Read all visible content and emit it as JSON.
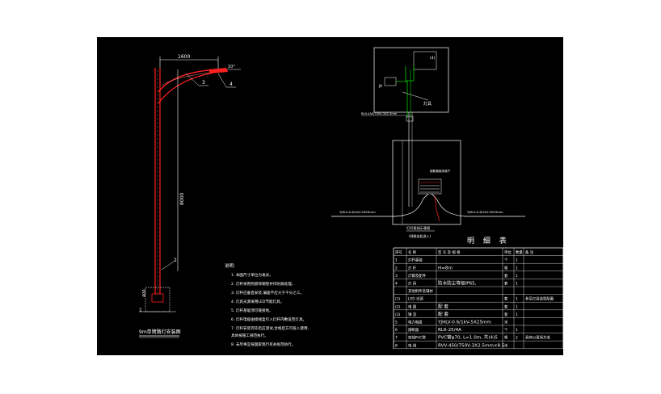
{
  "pole": {
    "dim_top": "1600",
    "angle": "10°",
    "height": "8000",
    "base_height": "400",
    "caption": "9m单臂路灯安装图",
    "callouts": [
      "1",
      "2",
      "3",
      "4"
    ]
  },
  "notes": {
    "heading": "说明:",
    "items": [
      "1. 本图尺寸单位为毫米。",
      "2. 灯杆采用热镀锌钢管并作防腐处理。",
      "3. 灯杆应垂直安装,偏差不应大于千分之三。",
      "4. 灯具光源采用LED节能灯具。",
      "5. 灯杆基础须可靠接地。",
      "6. 灯杆电缆由接线盒引入灯杆内敷设至灯具。",
      "7. 灯杆安装完毕后应测试,合格后方可投入使用,",
      "   具体按施工规范执行。",
      "8. 未尽事宜按国家现行有关规范执行。"
    ]
  },
  "wiring": {
    "lamp_label": "灯具",
    "box_label": "JB",
    "small_label": "(4)",
    "upper_cable": "RVV-450/750V-3X2.5mm",
    "terminal_label": "熔断器接线端子",
    "left_cable": "YJHLV-0.6/1kV-5X25mm",
    "right_cable": "YJHLV-0.6/1kV-5X25mm",
    "caption_1": "灯杆接线示意图",
    "caption_2": "(线缆由此进入)"
  },
  "table": {
    "title": "明 细 表",
    "headers": [
      "序号",
      "名 称",
      "型 号 及 规 格",
      "单位",
      "数量",
      "备 注"
    ],
    "rows": [
      [
        "1",
        "灯杆基础",
        "",
        "个",
        "1",
        ""
      ],
      [
        "2",
        "灯 杆",
        "H=8m",
        "根",
        "1",
        ""
      ],
      [
        "3",
        "灯臂及配件",
        "",
        "套",
        "1",
        ""
      ],
      [
        "4",
        "灯 具",
        "防水防尘等级IP65,",
        "套",
        "1",
        ""
      ],
      [
        "",
        "其他附件及辅材",
        "",
        "",
        "",
        ""
      ],
      [
        "(1)",
        "LED 光源",
        "",
        "套",
        "1",
        "参见灯具选型配置"
      ],
      [
        "(2)",
        "电 器",
        "配 套",
        "套",
        "1",
        ""
      ],
      [
        "(3)",
        "镇 流",
        "配 套",
        "套",
        "1",
        ""
      ],
      [
        "5",
        "电力电缆",
        "YJHLV-0.6/1kV-5X25mm",
        "米",
        "",
        ""
      ],
      [
        "6",
        "熔断器",
        "RL6-25/4A",
        "个",
        "1",
        ""
      ],
      [
        "7",
        "穿线PVC管",
        "PVC管φ70, L=1.0m, 共(4)5",
        "根",
        "2",
        "具体以现场为准"
      ],
      [
        "8",
        "电 线",
        "RVV-450/750V-3X2.5mm×8.5",
        "米",
        "",
        ""
      ]
    ]
  },
  "colors": {
    "pole": "#ff2020",
    "line": "#ffffff",
    "green": "#00d000",
    "bg": "#000000"
  }
}
